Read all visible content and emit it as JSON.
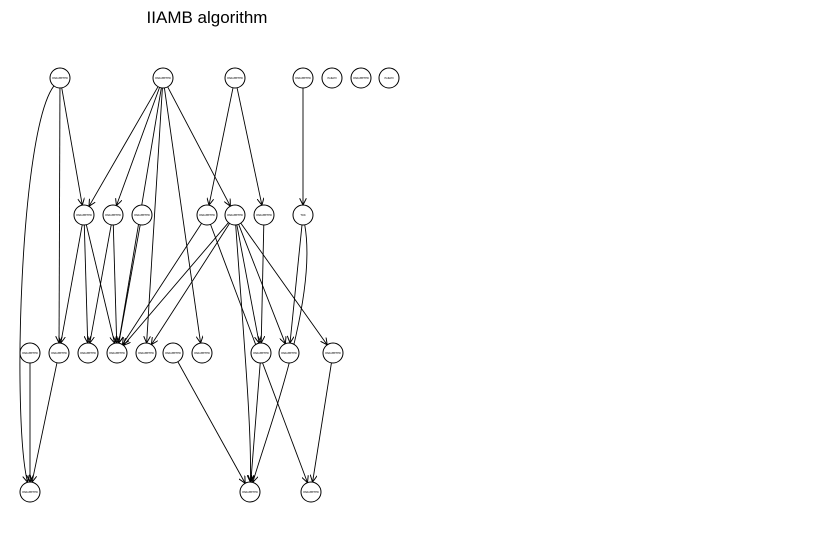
{
  "title": "IIAMB algorithm",
  "colors": {
    "background": "#ffffff",
    "stroke": "#000000"
  },
  "nodes": [
    {
      "id": "r1a",
      "label": "PARAMETER"
    },
    {
      "id": "r1b",
      "label": "PARAMETER"
    },
    {
      "id": "r1c",
      "label": "PARAMETER"
    },
    {
      "id": "r1d",
      "label": "PARAMETER"
    },
    {
      "id": "r1e",
      "label": "PARAM"
    },
    {
      "id": "r1f",
      "label": "PARAMETER"
    },
    {
      "id": "r1g",
      "label": "PARAM"
    },
    {
      "id": "r2a",
      "label": "PARAMETER"
    },
    {
      "id": "r2b",
      "label": "PARAMETER"
    },
    {
      "id": "r2c",
      "label": "PARAMETER"
    },
    {
      "id": "r2d",
      "label": "PARAMETER"
    },
    {
      "id": "r2e",
      "label": "PARAMETER"
    },
    {
      "id": "r2f",
      "label": "PARAMETER"
    },
    {
      "id": "r2g",
      "label": "TOK"
    },
    {
      "id": "r3a",
      "label": "PARAMETER"
    },
    {
      "id": "r3b",
      "label": "PARAMETER"
    },
    {
      "id": "r3c",
      "label": "PARAMETER"
    },
    {
      "id": "r3d",
      "label": "PARAMETER"
    },
    {
      "id": "r3e",
      "label": "PARAMETER"
    },
    {
      "id": "r3f",
      "label": "PARAMETER"
    },
    {
      "id": "r3g",
      "label": "PARAMETER"
    },
    {
      "id": "r3h",
      "label": "PARAMETER"
    },
    {
      "id": "r3i",
      "label": "PARAMETER"
    },
    {
      "id": "r3j",
      "label": "PARAMETER"
    },
    {
      "id": "r4a",
      "label": "PARAMETER"
    },
    {
      "id": "r4b",
      "label": "PARAMETER"
    },
    {
      "id": "r4c",
      "label": "PARAMETER"
    }
  ],
  "edges": [
    {
      "from": "r1a",
      "to": "r4a"
    },
    {
      "from": "r1a",
      "to": "r3b"
    },
    {
      "from": "r1a",
      "to": "r2a"
    },
    {
      "from": "r1b",
      "to": "r2a"
    },
    {
      "from": "r1b",
      "to": "r2b"
    },
    {
      "from": "r1b",
      "to": "r3d"
    },
    {
      "from": "r1b",
      "to": "r3e"
    },
    {
      "from": "r1b",
      "to": "r3g"
    },
    {
      "from": "r1b",
      "to": "r2e"
    },
    {
      "from": "r1c",
      "to": "r2d"
    },
    {
      "from": "r1c",
      "to": "r2f"
    },
    {
      "from": "r1d",
      "to": "r2g"
    },
    {
      "from": "r2a",
      "to": "r3b"
    },
    {
      "from": "r2a",
      "to": "r3c"
    },
    {
      "from": "r2a",
      "to": "r3d"
    },
    {
      "from": "r2b",
      "to": "r3c"
    },
    {
      "from": "r2b",
      "to": "r3d"
    },
    {
      "from": "r2c",
      "to": "r3d"
    },
    {
      "from": "r2d",
      "to": "r3d"
    },
    {
      "from": "r2d",
      "to": "r4c"
    },
    {
      "from": "r2e",
      "to": "r3d"
    },
    {
      "from": "r2e",
      "to": "r3e"
    },
    {
      "from": "r2e",
      "to": "r3h"
    },
    {
      "from": "r2e",
      "to": "r3i"
    },
    {
      "from": "r2e",
      "to": "r3j"
    },
    {
      "from": "r2e",
      "to": "r4b"
    },
    {
      "from": "r2f",
      "to": "r3h"
    },
    {
      "from": "r2g",
      "to": "r3i"
    },
    {
      "from": "r2g",
      "to": "r4b"
    },
    {
      "from": "r3a",
      "to": "r4a"
    },
    {
      "from": "r3b",
      "to": "r4a"
    },
    {
      "from": "r3f",
      "to": "r4b"
    },
    {
      "from": "r3h",
      "to": "r4b"
    },
    {
      "from": "r3j",
      "to": "r4c"
    }
  ]
}
